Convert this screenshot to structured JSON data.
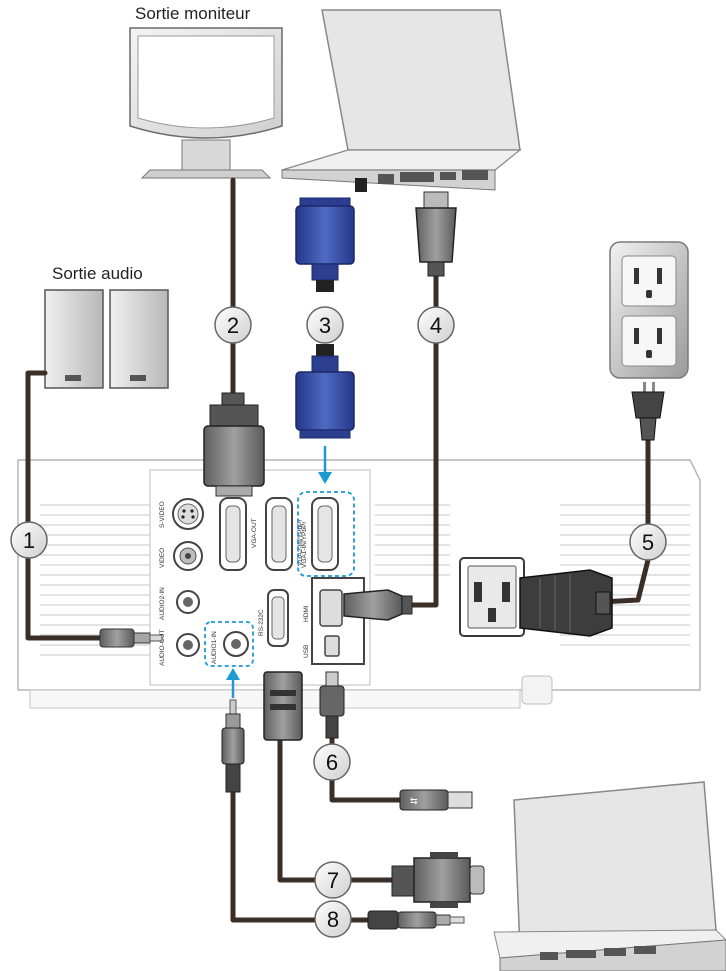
{
  "labels": {
    "monitor_out": "Sortie moniteur",
    "audio_out": "Sortie audio"
  },
  "callouts": [
    "1",
    "2",
    "3",
    "4",
    "5",
    "6",
    "7",
    "8"
  ],
  "ports": {
    "s_video": "S-VIDEO",
    "video": "VIDEO",
    "audio2_in": "AUDIO2-IN",
    "audio_out": "AUDIO-OUT",
    "vga_out": "VGA-OUT",
    "vga2_in": "VGA2-IN/YPbPr",
    "vga1_in": "VGA1-IN/YPbPr",
    "audio1_in": "AUDIO1-IN",
    "rs232c": "RS-232C",
    "hdmi": "HDMI",
    "usb": "USB"
  },
  "colors": {
    "cable": "#3a2e27",
    "vga_blue": "#3b53a4",
    "highlight": "#1b9ad6",
    "callout_fill": "#e8e8e8",
    "projector": "#ffffff",
    "projector_line": "#b5b5b5"
  }
}
